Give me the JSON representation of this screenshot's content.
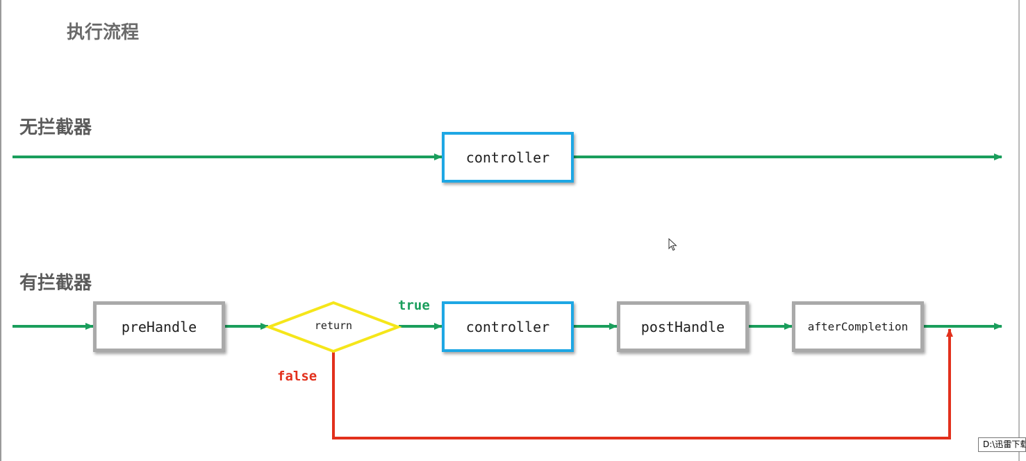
{
  "title": "执行流程",
  "section_without": {
    "heading": "无拦截器",
    "controller_label": "controller"
  },
  "section_with": {
    "heading": "有拦截器",
    "pre_handle_label": "preHandle",
    "decision_label": "return",
    "true_label": "true",
    "false_label": "false",
    "controller_label": "controller",
    "post_handle_label": "postHandle",
    "after_completion_label": "afterCompletion"
  },
  "tooltip": {
    "text": "D:\\迅雷下载"
  },
  "colors": {
    "flow": "#1a9e5c",
    "false_flow": "#e2301c",
    "controller_border": "#1ea7e4",
    "handler_border": "#a9a9a9",
    "decision_border": "#f5e61a"
  },
  "icons": {
    "cursor": "mouse-pointer-icon"
  }
}
